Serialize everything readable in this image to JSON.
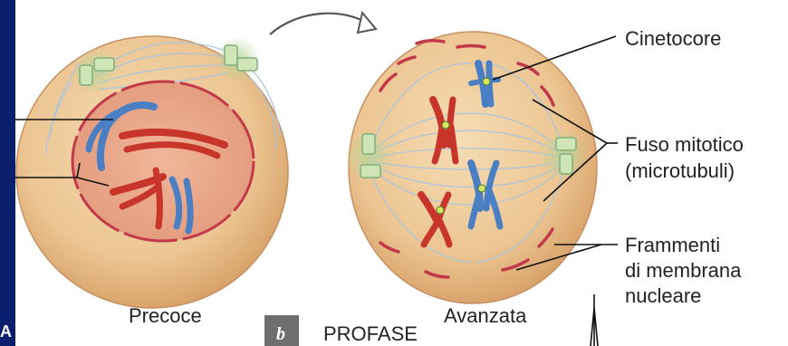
{
  "labels": {
    "cinetocore": "Cinetocore",
    "fuso_line1": "Fuso mitotico",
    "fuso_line2": "(microtubuli)",
    "frammenti_line1": "Frammenti",
    "frammenti_line2": "di membrana",
    "frammenti_line3": "nucleare",
    "precoce": "Precoce",
    "avanzata": "Avanzata",
    "panel_letter": "b",
    "phase": "PROFASE",
    "edge_letter": "A"
  },
  "colors": {
    "background": "#0a1f6e",
    "panel": "#ffffff",
    "cell_fill": "#efc896",
    "nucleus_fill": "#e8a98a",
    "chromosome_blue": "#4a7fc4",
    "chromosome_red": "#c8352a",
    "membrane": "#c23a4a",
    "centrosome": "#7fae7a",
    "spindle": "#a9c4de",
    "badge": "#6c6e70"
  }
}
